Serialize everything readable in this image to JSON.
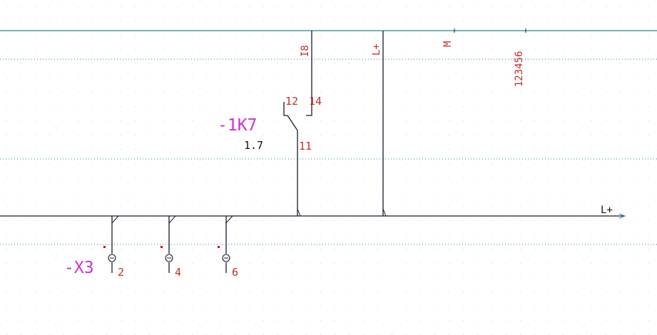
{
  "colors": {
    "background": "#ffffff",
    "grid_dot": "#cfd8d8",
    "rail": "#1a8a9a",
    "dotted_guide": "#1a8a9a",
    "wire": "#1a1a2e",
    "pin_label": "#c0302a",
    "device_tag": "#cc33cc",
    "reference": "#111111",
    "marker": "#dd0000"
  },
  "labels": {
    "top_i8": "I8",
    "top_lplus": "L+",
    "top_m": "M",
    "top_refs": "123456",
    "contact_no": "12",
    "contact_nc": "14",
    "contact_common": "11",
    "relay_tag": "-1K7",
    "relay_ref": "1.7",
    "bus_right": "L+",
    "terminal_tag": "-X3",
    "terminal_2": "2",
    "terminal_4": "4",
    "terminal_6": "6"
  }
}
